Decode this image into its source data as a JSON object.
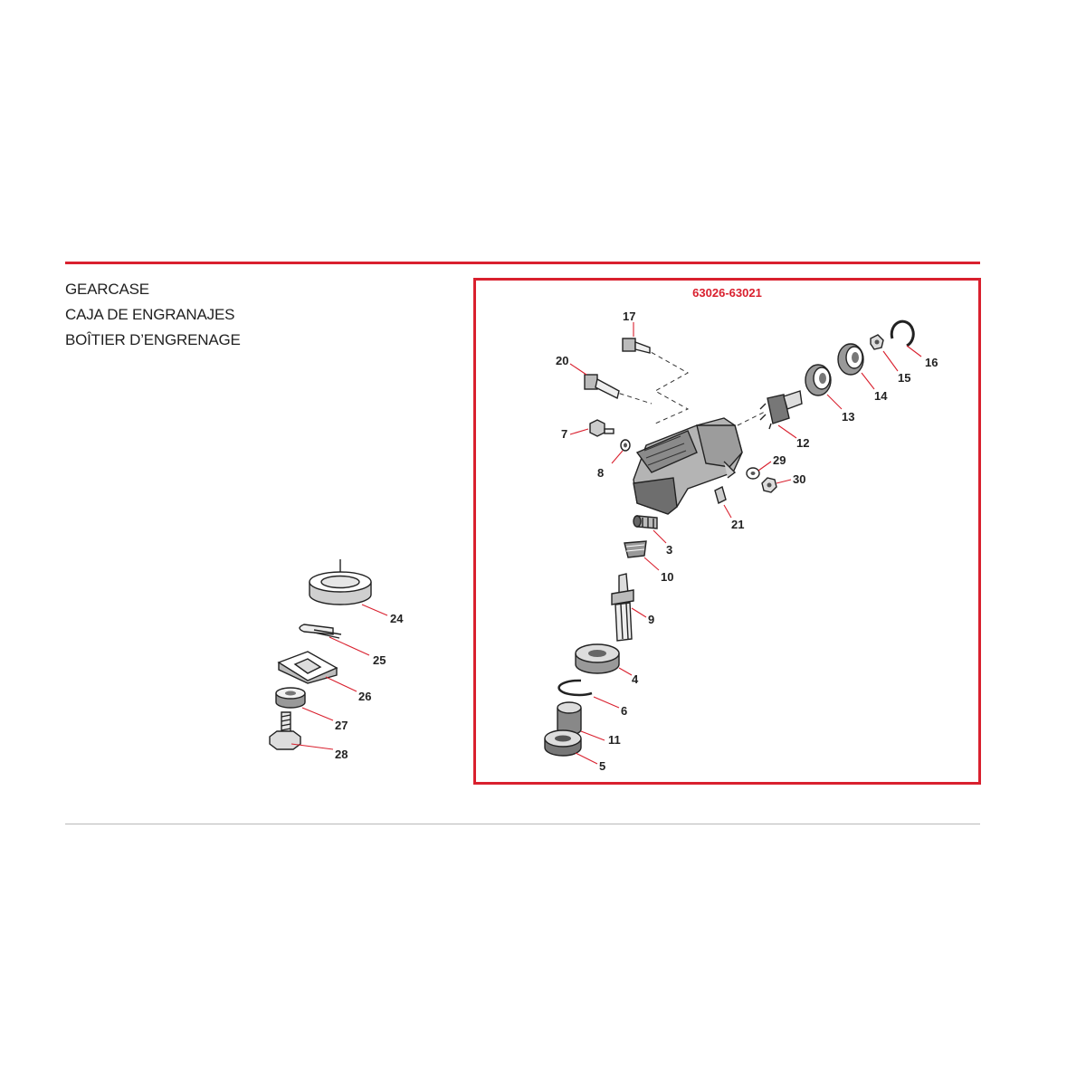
{
  "header": {
    "title_lines": [
      "GEARCASE",
      "CAJA DE ENGRANAJES",
      "BOÎTIER D’ENGRENAGE"
    ]
  },
  "diagram": {
    "model_range": "63026-63021",
    "callouts": {
      "n3": "3",
      "n4": "4",
      "n5": "5",
      "n6": "6",
      "n7": "7",
      "n8": "8",
      "n9": "9",
      "n10": "10",
      "n11": "11",
      "n12": "12",
      "n13": "13",
      "n14": "14",
      "n15": "15",
      "n16": "16",
      "n17": "17",
      "n20": "20",
      "n21": "21",
      "n24": "24",
      "n25": "25",
      "n26": "26",
      "n27": "27",
      "n28": "28",
      "n29": "29",
      "n30": "30"
    }
  },
  "colors": {
    "accent": "#d9202e",
    "divider": "#b8b8b8",
    "ink": "#222222"
  }
}
